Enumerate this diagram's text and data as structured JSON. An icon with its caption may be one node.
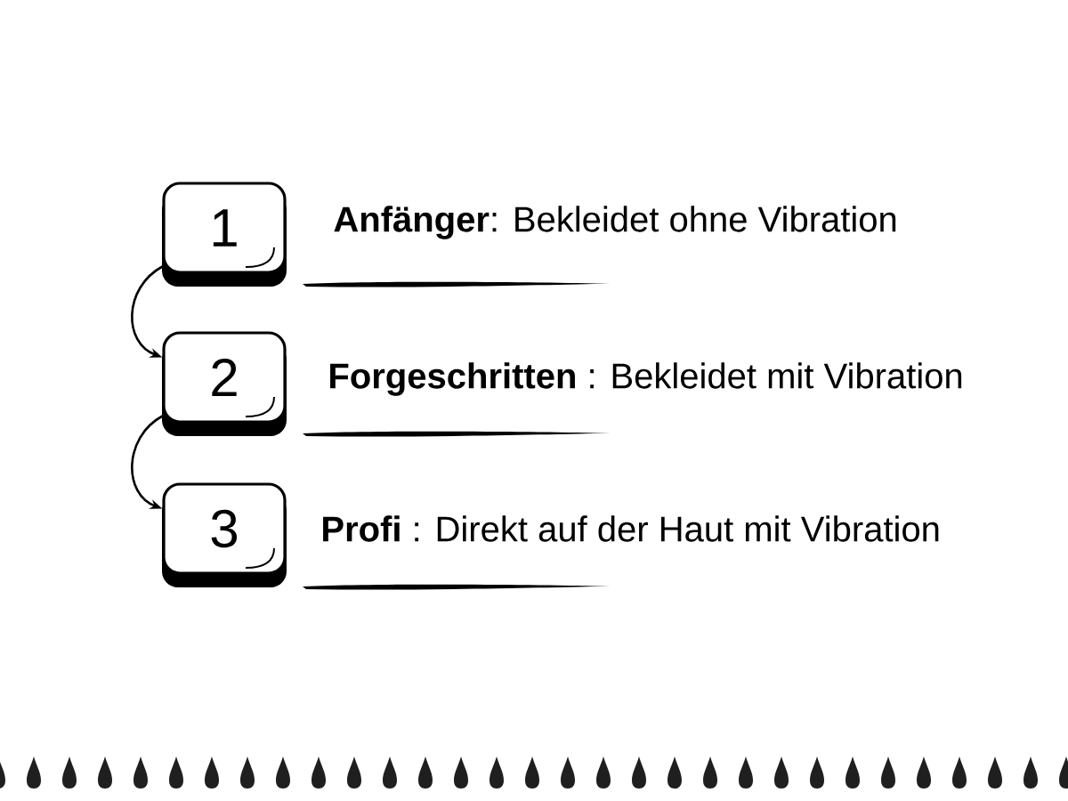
{
  "diagram": {
    "nodes": [
      {
        "text": [
          "1"
        ],
        "beside": [
          "**Anfänger**: Bekleidet ohne Vibration"
        ]
      },
      {
        "text": [
          "2"
        ],
        "beside": [
          "**Forgeschritten** : Bekleidet mit Vibration"
        ]
      },
      {
        "text": [
          "3"
        ],
        "beside": [
          "**Profi** : Direkt auf der Haut mit Vibration"
        ]
      }
    ],
    "edges": [
      {
        "from": 0,
        "to": 1,
        "arrow": "to"
      },
      {
        "from": 1,
        "to": 2,
        "arrow": "to"
      }
    ]
  }
}
